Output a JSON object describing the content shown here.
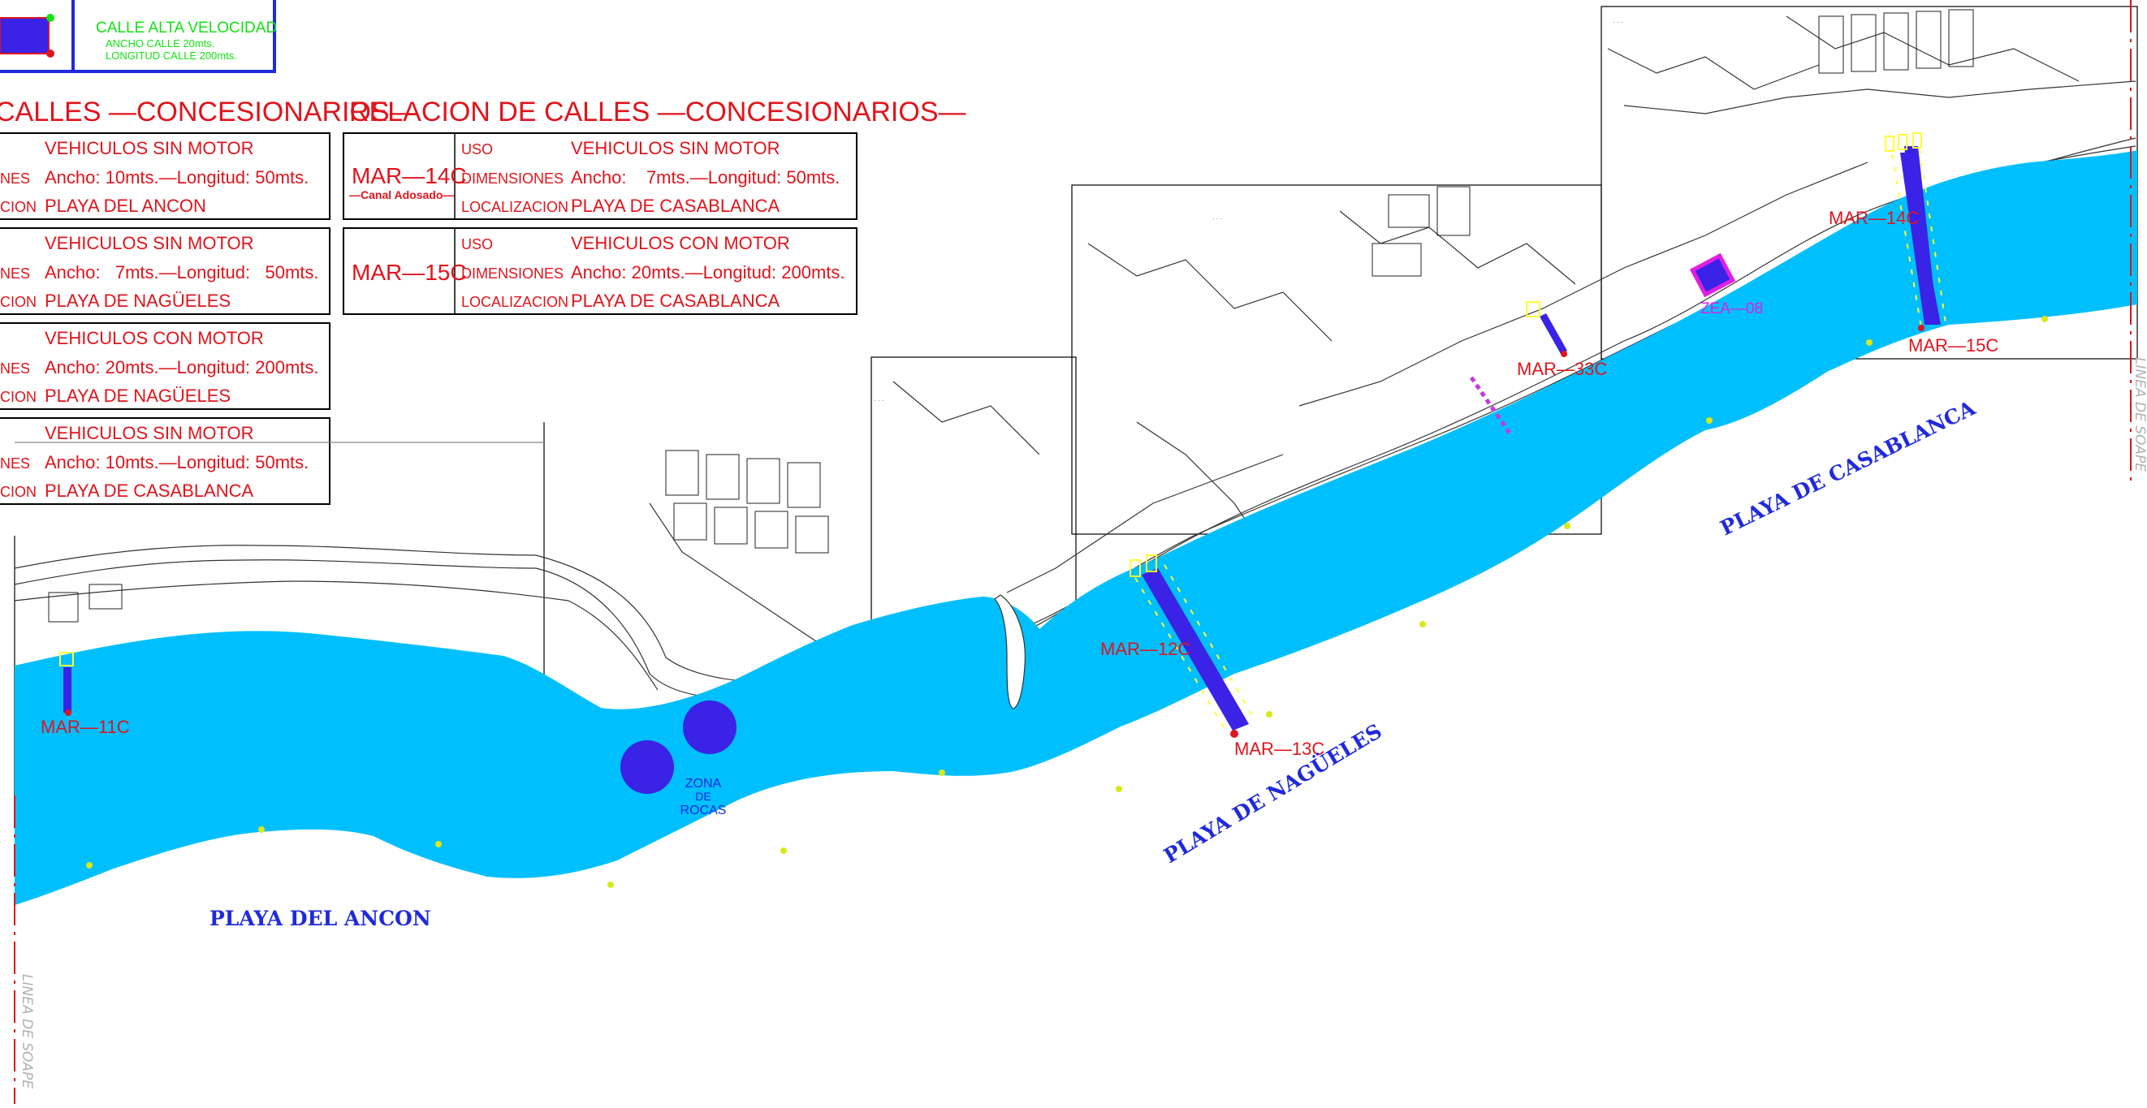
{
  "legend": {
    "title": "CALLE ALTA VELOCIDAD",
    "line1": "ANCHO CALLE 20mts.",
    "line2": "LONGITUD CALLE 200mts."
  },
  "headers": {
    "left": "CALLES —CONCESIONARIOS—",
    "right": "RELACION DE CALLES —CONCESIONARIOS—"
  },
  "left_table": {
    "rows": [
      {
        "uso": "VEHICULOS SIN MOTOR",
        "dim_label": "NES",
        "dim": "Ancho: 10mts.—Longitud: 50mts.",
        "loc_label": "CION",
        "loc": "PLAYA DEL ANCON"
      },
      {
        "uso": "VEHICULOS SIN MOTOR",
        "dim_label": "NES",
        "dim": "Ancho:   7mts.—Longitud:   50mts.",
        "loc_label": "CION",
        "loc": "PLAYA DE NAGÜELES"
      },
      {
        "uso": "VEHICULOS CON MOTOR",
        "dim_label": "NES",
        "dim": "Ancho: 20mts.—Longitud: 200mts.",
        "loc_label": "CION",
        "loc": "PLAYA DE NAGÜELES"
      },
      {
        "uso": "VEHICULOS SIN MOTOR",
        "dim_label": "NES",
        "dim": "Ancho: 10mts.—Longitud: 50mts.",
        "loc_label": "CION",
        "loc": "PLAYA DE CASABLANCA"
      }
    ]
  },
  "right_table": {
    "field_labels": {
      "uso": "USO",
      "dim": "DIMENSIONES",
      "loc": "LOCALIZACION"
    },
    "rows": [
      {
        "code": "MAR—14C",
        "note": "—Canal Adosado—",
        "uso": "VEHICULOS SIN MOTOR",
        "dim": "Ancho:    7mts.—Longitud: 50mts.",
        "loc": "PLAYA DE CASABLANCA"
      },
      {
        "code": "MAR—15C",
        "note": "",
        "uso": "VEHICULOS CON MOTOR",
        "dim": "Ancho: 20mts.—Longitud: 200mts.",
        "loc": "PLAYA DE CASABLANCA"
      }
    ]
  },
  "map_labels": {
    "mar11c": "MAR—11C",
    "mar12c": "MAR—12C",
    "mar13c": "MAR—13C",
    "mar33c": "MAR—33C",
    "mar14c": "MAR—14C",
    "mar15c": "MAR—15C",
    "zea": "ZEA—08",
    "zona1": "ZONA",
    "zona2": "DE",
    "zona3": "ROCAS"
  },
  "beaches": {
    "ancon": "PLAYA DEL ANCON",
    "nagueles": "PLAYA DE NAGÜELES",
    "casablanca": "PLAYA DE CASABLANCA"
  },
  "linea_soape": "LINEA DE SOAPE",
  "colors": {
    "sea": "#00bfff",
    "channel": "#3a22e6",
    "label_red": "#e0141b",
    "legend_green": "#12e312",
    "beach_blue": "#1f2adc",
    "zea_magenta": "#e21ee2"
  }
}
